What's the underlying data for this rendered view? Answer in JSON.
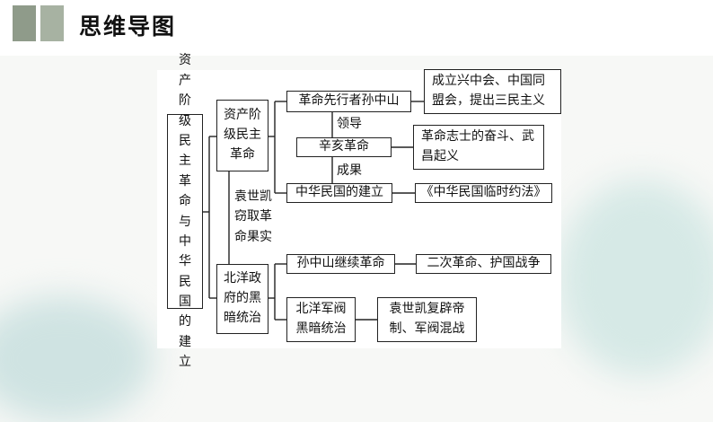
{
  "header": {
    "title": "思维导图"
  },
  "mindmap": {
    "root": "资产阶级民主革命与中华民国的建立",
    "branch1": "资产阶级民主革命",
    "b1_sun": "革命先行者孙中山",
    "b1_sun_detail": "成立兴中会、中国同盟会，提出三民主义",
    "b1_lead": "领导",
    "b1_xinhai": "辛亥革命",
    "b1_xinhai_detail": "革命志士的奋斗、武昌起义",
    "b1_result": "成果",
    "b1_roc": "中华民国的建立",
    "b1_roc_detail": "《中华民国临时约法》",
    "middle_label": "袁世凯窃取革命果实",
    "branch2": "北洋政府的黑暗统治",
    "b2_sun": "孙中山继续革命",
    "b2_sun_detail": "二次革命、护国战争",
    "b2_warlord": "北洋军阀黑暗统治",
    "b2_warlord_detail": "袁世凯复辟帝制、军阀混战"
  }
}
